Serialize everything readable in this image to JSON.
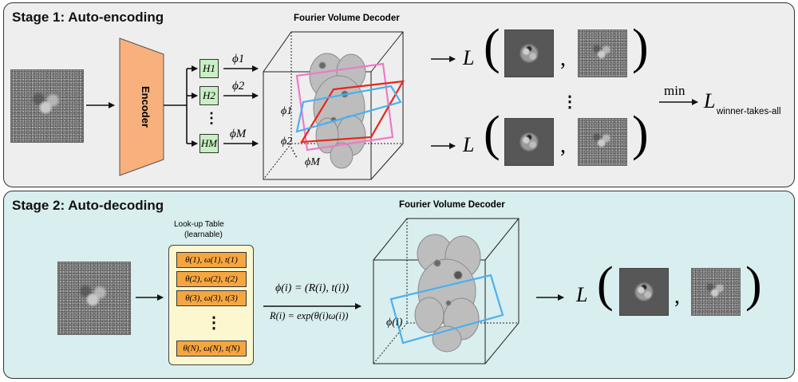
{
  "stage1": {
    "title": "Stage 1: Auto-encoding",
    "encoder_label": "Encoder",
    "decoder_title": "Fourier Volume Decoder",
    "heads": [
      "H1",
      "H2",
      "HM"
    ],
    "head_dots": "⋮",
    "phis": [
      "ϕ1",
      "ϕ2",
      "ϕM"
    ],
    "loss_symbol": "L",
    "comma": ",",
    "vdots": "⋮",
    "min_label": "min",
    "result_main": "L",
    "result_sub": "winner-takes-all"
  },
  "stage2": {
    "title": "Stage 2: Auto-decoding",
    "lut_title": "Look-up Table",
    "lut_subtitle": "(learnable)",
    "lut_rows": [
      "θ(1), ω(1), t(1)",
      "θ(2), ω(2), t(2)",
      "θ(3), ω(3), t(3)",
      "θ(N), ω(N), t(N)"
    ],
    "lut_dots": "⋮",
    "decoder_title": "Fourier Volume Decoder",
    "eq_pose": "ϕ(i) = (R(i), t(i))",
    "eq_rot": "R(i) = exp(θ(i)ω(i))",
    "phi_label": "ϕ(i)",
    "loss_symbol": "L",
    "comma": ","
  },
  "colors": {
    "stage1_bg": "#eeeeee",
    "stage2_bg": "#d9eeee",
    "encoder": "#f8b07c",
    "head_box": "#c9efc4",
    "lut_bg": "#fdf7cf",
    "lut_row": "#f6a640",
    "plane_red": "#e8261c",
    "plane_blue": "#4ab0f0",
    "plane_pink": "#ee7ac8"
  }
}
